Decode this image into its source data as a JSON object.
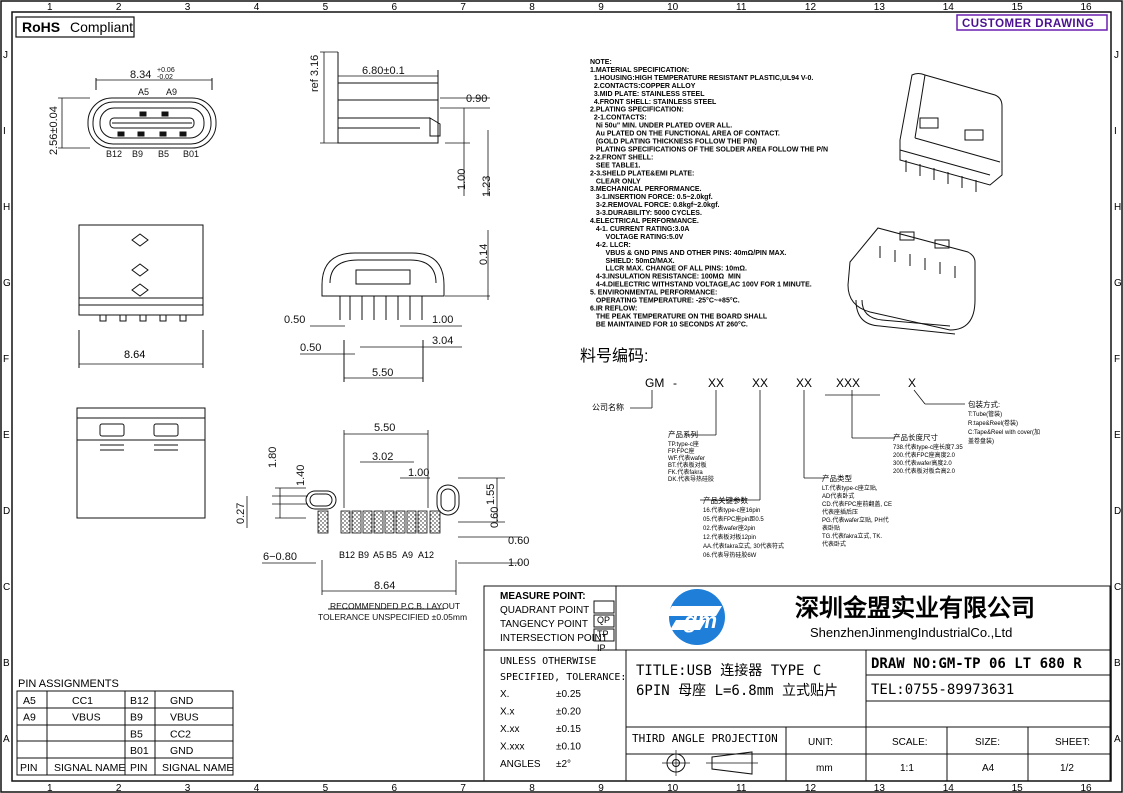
{
  "grid": {
    "columns": [
      "1",
      "2",
      "3",
      "4",
      "5",
      "6",
      "7",
      "8",
      "9",
      "10",
      "11",
      "12",
      "13",
      "14",
      "15",
      "16"
    ],
    "rows": [
      "J",
      "I",
      "H",
      "G",
      "F",
      "E",
      "D",
      "C",
      "B",
      "A"
    ]
  },
  "badges": {
    "rohs": "RoHS",
    "compliant": "Compliant",
    "customer": "CUSTOMER DRAWING"
  },
  "dims": {
    "width_834": "8.34",
    "tol_plus": "+0.06",
    "tol_minus": "-0.02",
    "height_256": "2.56±0.04",
    "ref316": "ref 3.16",
    "len680": "6.80±0.1",
    "d090": "0.90",
    "d100v": "1.00",
    "d123": "1.23",
    "d014": "0.14",
    "d050a": "0.50",
    "d050b": "0.50",
    "d100h": "1.00",
    "d304": "3.04",
    "d550": "5.50",
    "d864": "8.64",
    "p550": "5.50",
    "p302": "3.02",
    "p100": "1.00",
    "p180": "1.80",
    "p140": "1.40",
    "p027": "0.27",
    "p155": "1.55",
    "p060": "0.60",
    "p060b": "0.60",
    "p100b": "1.00",
    "p680": "6−0.80",
    "p864": "8.64"
  },
  "pins_front_top": [
    "A5",
    "A9"
  ],
  "pins_front_bottom": [
    "B12",
    "B9",
    "B5",
    "B01"
  ],
  "pcb_pins": [
    "B12",
    "B9",
    "A5",
    "B5",
    "A9",
    "A12"
  ],
  "pcb_layout_title": "RECOMMENDED   P.C.B. LAYOUT",
  "pcb_tolerance": "TOLERANCE UNSPECIFIED ±0.05mm",
  "notes": [
    "NOTE:",
    "1.MATERIAL SPECIFICATION:",
    "  1.HOUSING:HIGH TEMPERATURE RESISTANT PLASTIC,UL94 V-0.",
    "  2.CONTACTS:COPPER ALLOY",
    "  3.MID PLATE: STAINLESS STEEL",
    "  4.FRONT SHELL: STAINLESS STEEL",
    "2.PLATING SPECIFICATION:",
    "  2-1.CONTACTS:",
    "   Ni 50u\" MIN. UNDER PLATED OVER ALL.",
    "   Au PLATED ON THE FUNCTIONAL AREA OF CONTACT.",
    "   (GOLD PLATING THICKNESS FOLLOW THE P/N)",
    "   PLATING SPECIFICATIONS OF THE SOLDER AREA FOLLOW THE P/N",
    "2-2.FRONT SHELL:",
    "   SEE TABLE1.",
    "2-3.SHELD PLATE&EMI PLATE:",
    "   CLEAR ONLY",
    "3.MECHANICAL PERFORMANCE.",
    "   3-1.INSERTION FORCE: 0.5~2.0kgf.",
    "   3-2.REMOVAL FORCE: 0.8kgf~2.0kgf.",
    "   3-3.DURABILITY: 5000 CYCLES.",
    "4.ELECTRICAL PERFORMANCE.",
    "   4-1. CURRENT RATING:3.0A",
    "        VOLTAGE RATING:5.0V",
    "   4-2. LLCR:",
    "        VBUS & GND PINS AND OTHER PINS: 40mΩ/PIN MAX.",
    "        SHIELD: 50mΩ/MAX.",
    "        LLCR MAX. CHANGE OF ALL PINS: 10mΩ.",
    "   4-3.INSULATION RESISTANCE: 100MΩ  MIN",
    "   4-4.DIELECTRIC WITHSTAND VOLTAGE,AC 100V FOR 1 MINUTE.",
    "5. ENVIRONMENTAL PERFORMANCE:",
    "   OPERATING TEMPERATURE: -25°C~+85°C.",
    "6.IR REFLOW:",
    "   THE PEAK TEMPERATURE ON THE BOARD SHALL",
    "   BE MAINTAINED FOR 10 SECONDS AT 260°C."
  ],
  "part_code": {
    "title": "料号编码:",
    "segments": [
      "GM",
      "-",
      "XX",
      "XX",
      "XX",
      "XXX",
      "X"
    ],
    "company": "公司名称",
    "series": {
      "head": "产品系列",
      "lines": [
        "TP.type-c座",
        "FP.FPC座",
        "WF.代表wafer",
        "BT.代表板对板",
        "FK.代表fakra",
        "DK.代表导热硅胶"
      ]
    },
    "keyparam": {
      "head": "产品关键参数",
      "lines": [
        "16.代表type-c座16pin",
        "05.代表FPC座pin距0.5",
        "02.代表wafer座2pin",
        "12.代表板对板12pin",
        "AA.代表fakra立式, 30代表符式",
        "06.代表导热硅胶6W"
      ]
    },
    "type": {
      "head": "产品类型",
      "lines": [
        "LT.代表type-c座立贴,",
        "AD代表卧式",
        "CD.代表FPC座前翻盖, CE",
        "代表座插后压",
        "PG.代表wafer立贴, PH代",
        "表卧贴",
        "TG.代表fakra立式, TK.",
        "代表卧式"
      ]
    },
    "length": {
      "head": "产品长度尺寸",
      "lines": [
        "738.代表type-c座长度7.35",
        "200.代表FPC座高度2.0",
        "300.代表wafer高度2.0",
        "200.代表板对板合高2.0"
      ]
    },
    "pack": {
      "head": "包装方式:",
      "lines": [
        "T:Tube(管装)",
        "R:tape&Reel(卷装)",
        "C:Tape&Reel with cover(加",
        "盖卷盘装)"
      ]
    }
  },
  "pin_assignments": {
    "title": "PIN  ASSIGNMENTS",
    "rows": [
      [
        "A5",
        "CC1",
        "B12",
        "GND"
      ],
      [
        "A9",
        "VBUS",
        "B9",
        "VBUS"
      ],
      [
        "",
        "",
        "B5",
        "CC2"
      ],
      [
        "",
        "",
        "B01",
        "GND"
      ]
    ],
    "header": [
      "PIN",
      "SIGNAL NAME",
      "PIN",
      "SIGNAL NAME"
    ]
  },
  "title_block": {
    "measure": [
      [
        "MEASURE POINT:",
        ""
      ],
      [
        "QUADRANT POINT",
        "QP"
      ],
      [
        "TANGENCY POINT",
        "TP"
      ],
      [
        "INTERSECTION POINT",
        "IP"
      ]
    ],
    "company_cn": "深圳金盟实业有限公司",
    "company_en": "ShenzhenJinmengIndustrialCo.,Ltd",
    "tol_head1": "UNLESS OTHERWISE",
    "tol_head2": "SPECIFIED, TOLERANCE:",
    "tolerances": [
      [
        "X.",
        "±0.25"
      ],
      [
        "X.x",
        "±0.20"
      ],
      [
        "X.xx",
        "±0.15"
      ],
      [
        "X.xxx",
        "±0.10"
      ],
      [
        "ANGLES",
        "±2°"
      ]
    ],
    "title1": "TITLE:USB 连接器 TYPE C",
    "title2": "6PIN 母座 L=6.8mm 立式贴片",
    "draw_no": "DRAW NO:GM-TP 06 LT 680 R",
    "tel": "TEL:0755-89973631",
    "projection": "THIRD ANGLE PROJECTION",
    "labels": [
      "UNIT:",
      "SCALE:",
      "SIZE:",
      "SHEET:"
    ],
    "values": [
      "mm",
      "1:1",
      "A4",
      "1/2"
    ]
  }
}
